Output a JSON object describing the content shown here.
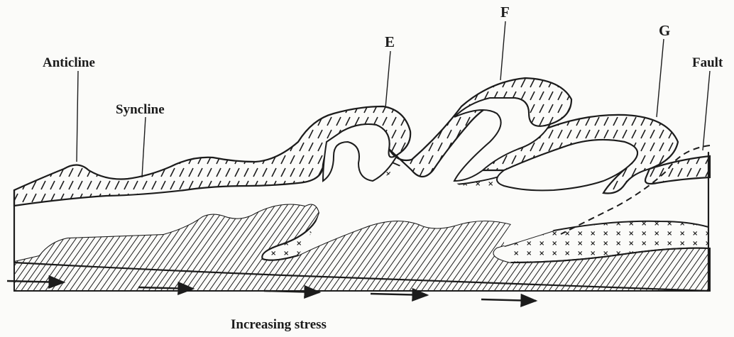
{
  "labels": {
    "anticline": "Anticline",
    "syncline": "Syncline",
    "fold_e": "E",
    "fold_f": "F",
    "fold_g": "G",
    "fault": "Fault",
    "caption": "Increasing stress"
  },
  "colors": {
    "ink": "#1c1c1c",
    "paper": "#fbfbf9"
  }
}
